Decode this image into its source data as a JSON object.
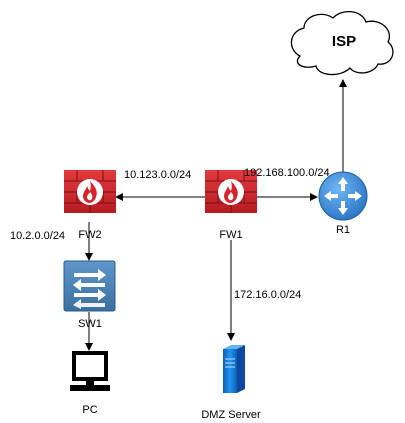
{
  "cloud": {
    "label": "ISP"
  },
  "nodes": {
    "fw1": {
      "label": "FW1"
    },
    "fw2": {
      "label": "FW2"
    },
    "r1": {
      "label": "R1"
    },
    "sw1": {
      "label": "SW1"
    },
    "pc": {
      "label": "PC"
    },
    "dmz": {
      "label": "DMZ Server"
    }
  },
  "links": {
    "fw1_fw2": "10.123.0.0/24",
    "fw1_r1": "192.168.100.0/24",
    "fw2_sw1": "10.2.0.0/24",
    "fw1_dmz": "172.16.0.0/24"
  },
  "colors": {
    "firewall": "#d9222a",
    "router": "#3a8fe0",
    "switch": "#4a82b8",
    "server": "#1e88e5"
  }
}
